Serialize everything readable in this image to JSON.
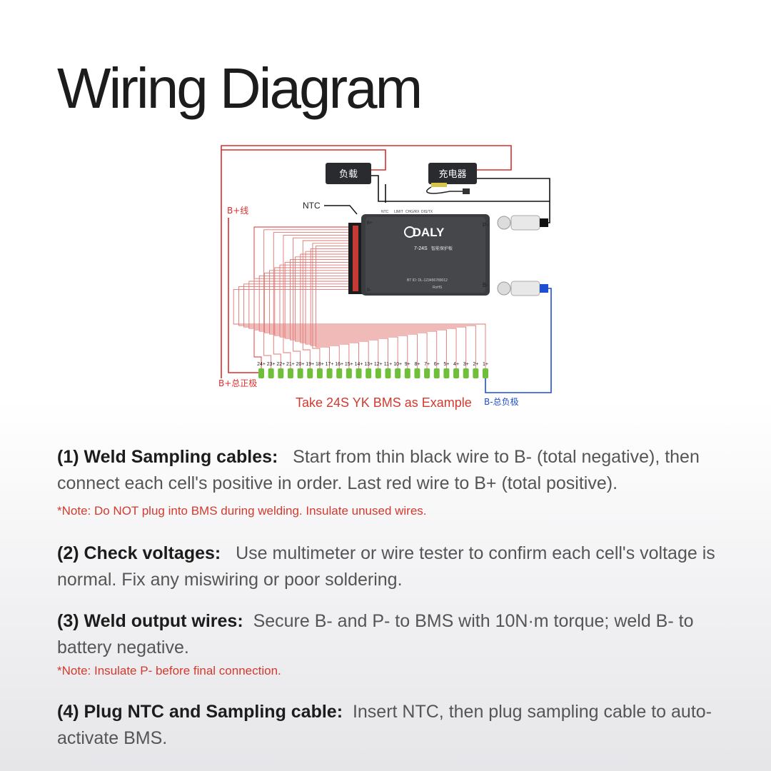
{
  "title": "Wiring Diagram",
  "diagram": {
    "load_label": "负载",
    "charger_label": "充电器",
    "ntc_label": "NTC",
    "bplus_wire_label": "B+线",
    "bplus_total_label": "B+总正极",
    "bminus_total_label": "B-总负极",
    "example_caption": "Take 24S YK BMS as Example",
    "bms": {
      "brand": "DALY",
      "model": "7-24S",
      "subtitle": "智能保护板",
      "p_minus_top": "P-",
      "b_minus": "B-",
      "port_labels": [
        "B+",
        "B-"
      ],
      "top_ports": [
        "NTC",
        "LIMIT",
        "CHG/RX",
        "DIS/TX"
      ],
      "bt_id": "BT ID: DL-123456789012",
      "rohs": "RoHS"
    },
    "cell_labels": [
      "24+",
      "23+",
      "22+",
      "21+",
      "20+",
      "19+",
      "18+",
      "17+",
      "16+",
      "15+",
      "14+",
      "13+",
      "12+",
      "11+",
      "10+",
      "9+",
      "8+",
      "7+",
      "6+",
      "5+",
      "4+",
      "3+",
      "2+",
      "1+"
    ]
  },
  "steps": [
    {
      "heading": "(1) Weld Sampling cables:",
      "text": "Start from thin black wire to B- (total negative), then connect each cell's positive in order. Last red wire to B+ (total positive).",
      "note": "*Note: Do NOT plug into BMS during welding. Insulate unused wires."
    },
    {
      "heading": "(2) Check voltages:",
      "text": "Use multimeter or wire tester to confirm each cell's voltage is normal. Fix any miswiring or poor soldering."
    },
    {
      "heading": "(3) Weld output wires:",
      "text": "Secure B- and P- to BMS with 10N·m torque; weld B- to battery negative.",
      "note": "*Note: Insulate P- before final connection."
    },
    {
      "heading": "(4) Plug NTC and Sampling cable:",
      "text": "Insert NTC, then plug sampling cable to auto-activate BMS."
    }
  ],
  "colors": {
    "red_wire": "#d9302c",
    "blue_wire": "#1f4fd1",
    "black_wire": "#111111",
    "green_terminal": "#6fbf3a",
    "bms_body": "#3b3c3f",
    "note_red": "#d23a2f"
  }
}
